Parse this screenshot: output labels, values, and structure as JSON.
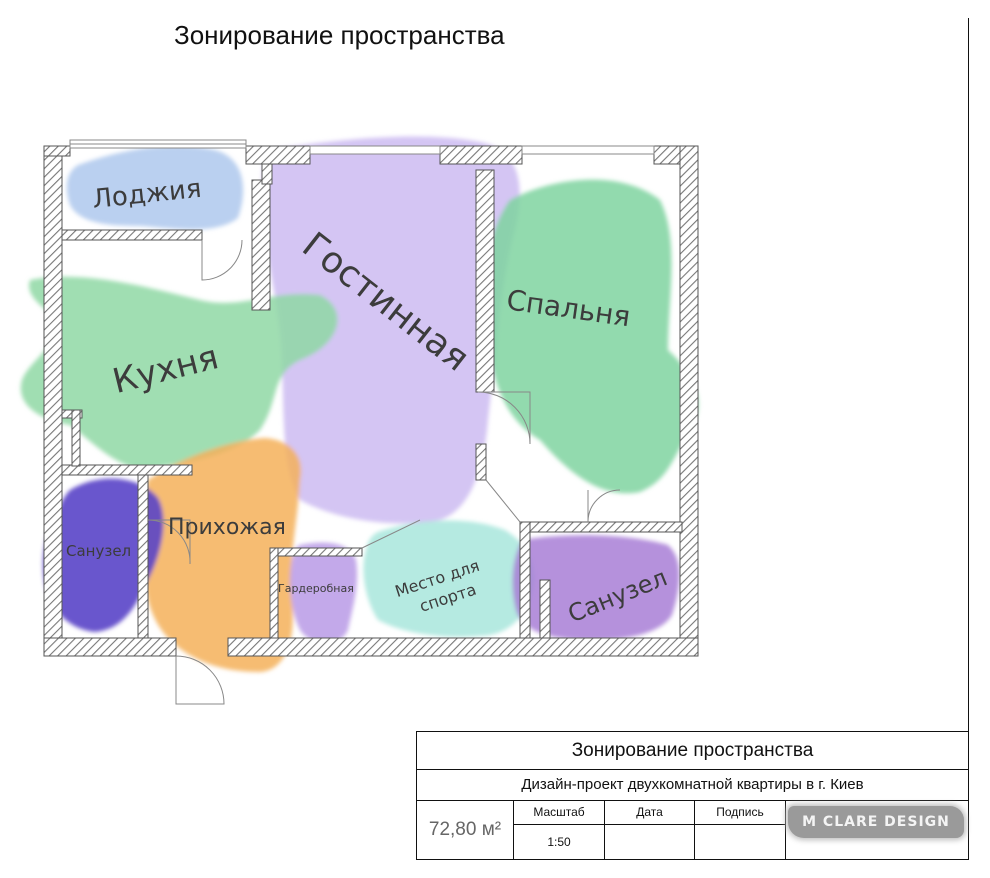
{
  "page_title": "Зонирование пространства",
  "zones": {
    "loggia": "Лоджия",
    "kitchen": "Кухня",
    "living_room": "Гостинная",
    "bedroom": "Спальня",
    "bathroom_left": "Санузел",
    "hallway": "Прихожая",
    "wardrobe": "Гардеробная",
    "sport_line1": "Место для",
    "sport_line2": "спорта",
    "bathroom_right": "Санузел"
  },
  "colors": {
    "loggia": "#a9c4ec",
    "kitchen": "#8fd8a4",
    "living_room": "#c9b6f0",
    "bedroom": "#7fd3a0",
    "bathroom_left": "#5a44c8",
    "hallway": "#f5b05a",
    "wardrobe": "#b89ae6",
    "sport": "#a8e6dc",
    "bathroom_right": "#a87ed6",
    "wall": "#777777"
  },
  "title_block": {
    "title": "Зонирование пространства",
    "subtitle": "Дизайн-проект двухкомнатной квартиры в г. Киев",
    "area": "72,80 м²",
    "scale_label": "Масштаб",
    "scale_value": "1:50",
    "date_label": "Дата",
    "signature_label": "Подпись",
    "logo": "M CLARE DESIGN"
  }
}
